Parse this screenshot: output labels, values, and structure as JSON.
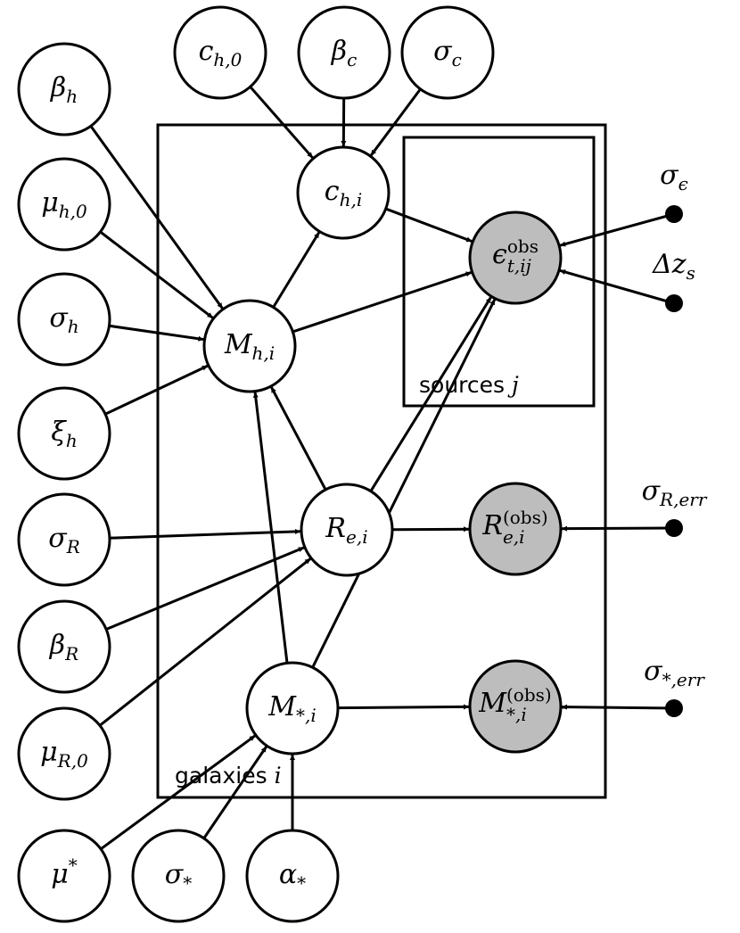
{
  "plates": {
    "galaxies": {
      "text": "galaxies",
      "var": "i"
    },
    "sources": {
      "text": "sources",
      "var": "j"
    }
  },
  "nodes": {
    "c_h0": {
      "base": "c",
      "sub": "h,0"
    },
    "beta_c": {
      "base": "β",
      "sub": "c"
    },
    "sigma_c": {
      "base": "σ",
      "sub": "c"
    },
    "beta_h": {
      "base": "β",
      "sub": "h"
    },
    "mu_h0": {
      "base": "μ",
      "sub": "h,0"
    },
    "sigma_h": {
      "base": "σ",
      "sub": "h"
    },
    "xi_h": {
      "base": "ξ",
      "sub": "h"
    },
    "sigma_R": {
      "base": "σ",
      "sub": "R"
    },
    "beta_R": {
      "base": "β",
      "sub": "R"
    },
    "mu_R0": {
      "base": "μ",
      "sub": "R,0"
    },
    "mu_star": {
      "base": "μ",
      "sup": "*"
    },
    "sigma_star": {
      "base": "σ",
      "sub": "*"
    },
    "alpha_star": {
      "base": "α",
      "sub": "*"
    },
    "c_hi": {
      "base": "c",
      "sub": "h,i"
    },
    "M_hi": {
      "base": "M",
      "sub": "h,i"
    },
    "R_ei": {
      "base": "R",
      "sub": "e,i"
    },
    "M_si": {
      "base": "M",
      "sub": "*,i"
    },
    "eps_obs": {
      "base": "ϵ",
      "sup": "obs",
      "sub": "t,ij"
    },
    "R_obs": {
      "base": "R",
      "sup": "(obs)",
      "sub": "e,i"
    },
    "M_obs": {
      "base": "M",
      "sup": "(obs)",
      "sub": "*,i"
    }
  },
  "fixed": {
    "sigma_eps": {
      "base": "σ",
      "sub": "ϵ"
    },
    "delta_zs": {
      "base": "Δz",
      "sub": "s"
    },
    "sigma_R_err": {
      "base": "σ",
      "sub": "R,err"
    },
    "sigma_star_err": {
      "base": "σ",
      "sub": "*,err"
    }
  },
  "colors": {
    "observed_fill": "#bdbdbd",
    "stroke": "#000000"
  }
}
